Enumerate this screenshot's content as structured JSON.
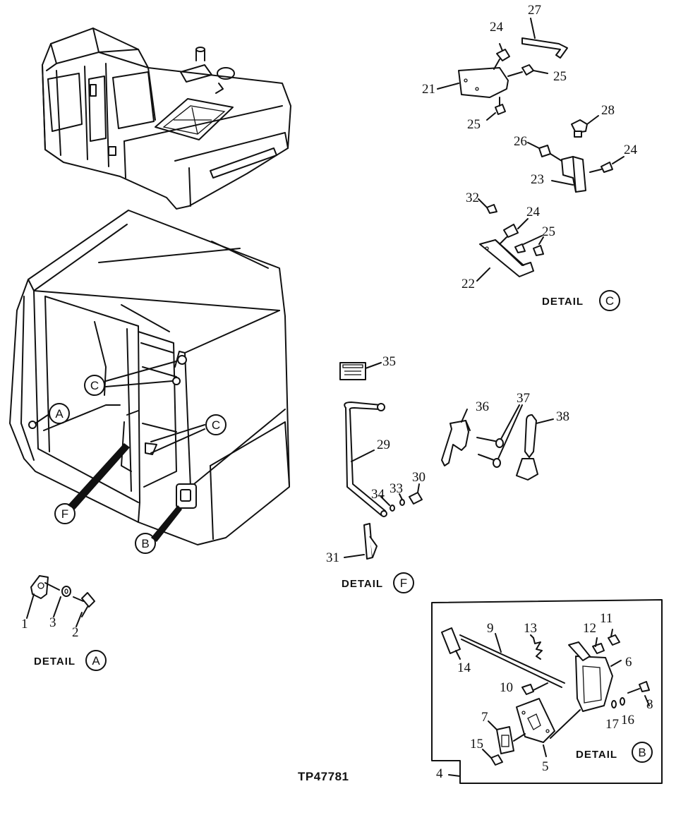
{
  "figure": {
    "reference": "TP47781",
    "details": {
      "a": {
        "title": "DETAIL",
        "letter": "A"
      },
      "b": {
        "title": "DETAIL",
        "letter": "B"
      },
      "c": {
        "title": "DETAIL",
        "letter": "C"
      },
      "f": {
        "title": "DETAIL",
        "letter": "F"
      }
    },
    "callouts": {
      "a": "A",
      "b": "B",
      "c1": "C",
      "c2": "C",
      "f": "F"
    },
    "parts": {
      "p1": "1",
      "p2": "2",
      "p3": "3",
      "p4": "4",
      "p5": "5",
      "p6": "6",
      "p7": "7",
      "p8": "8",
      "p9": "9",
      "p10": "10",
      "p11": "11",
      "p12": "12",
      "p13": "13",
      "p14": "14",
      "p15": "15",
      "p16": "16",
      "p17": "17",
      "p21": "21",
      "p22": "22",
      "p23": "23",
      "p24a": "24",
      "p24b": "24",
      "p24c": "24",
      "p25a": "25",
      "p25b": "25",
      "p25c": "25",
      "p26": "26",
      "p27": "27",
      "p28": "28",
      "p29": "29",
      "p30": "30",
      "p31": "31",
      "p32": "32",
      "p33": "33",
      "p34": "34",
      "p35": "35",
      "p36": "36",
      "p37": "37",
      "p38": "38"
    }
  }
}
